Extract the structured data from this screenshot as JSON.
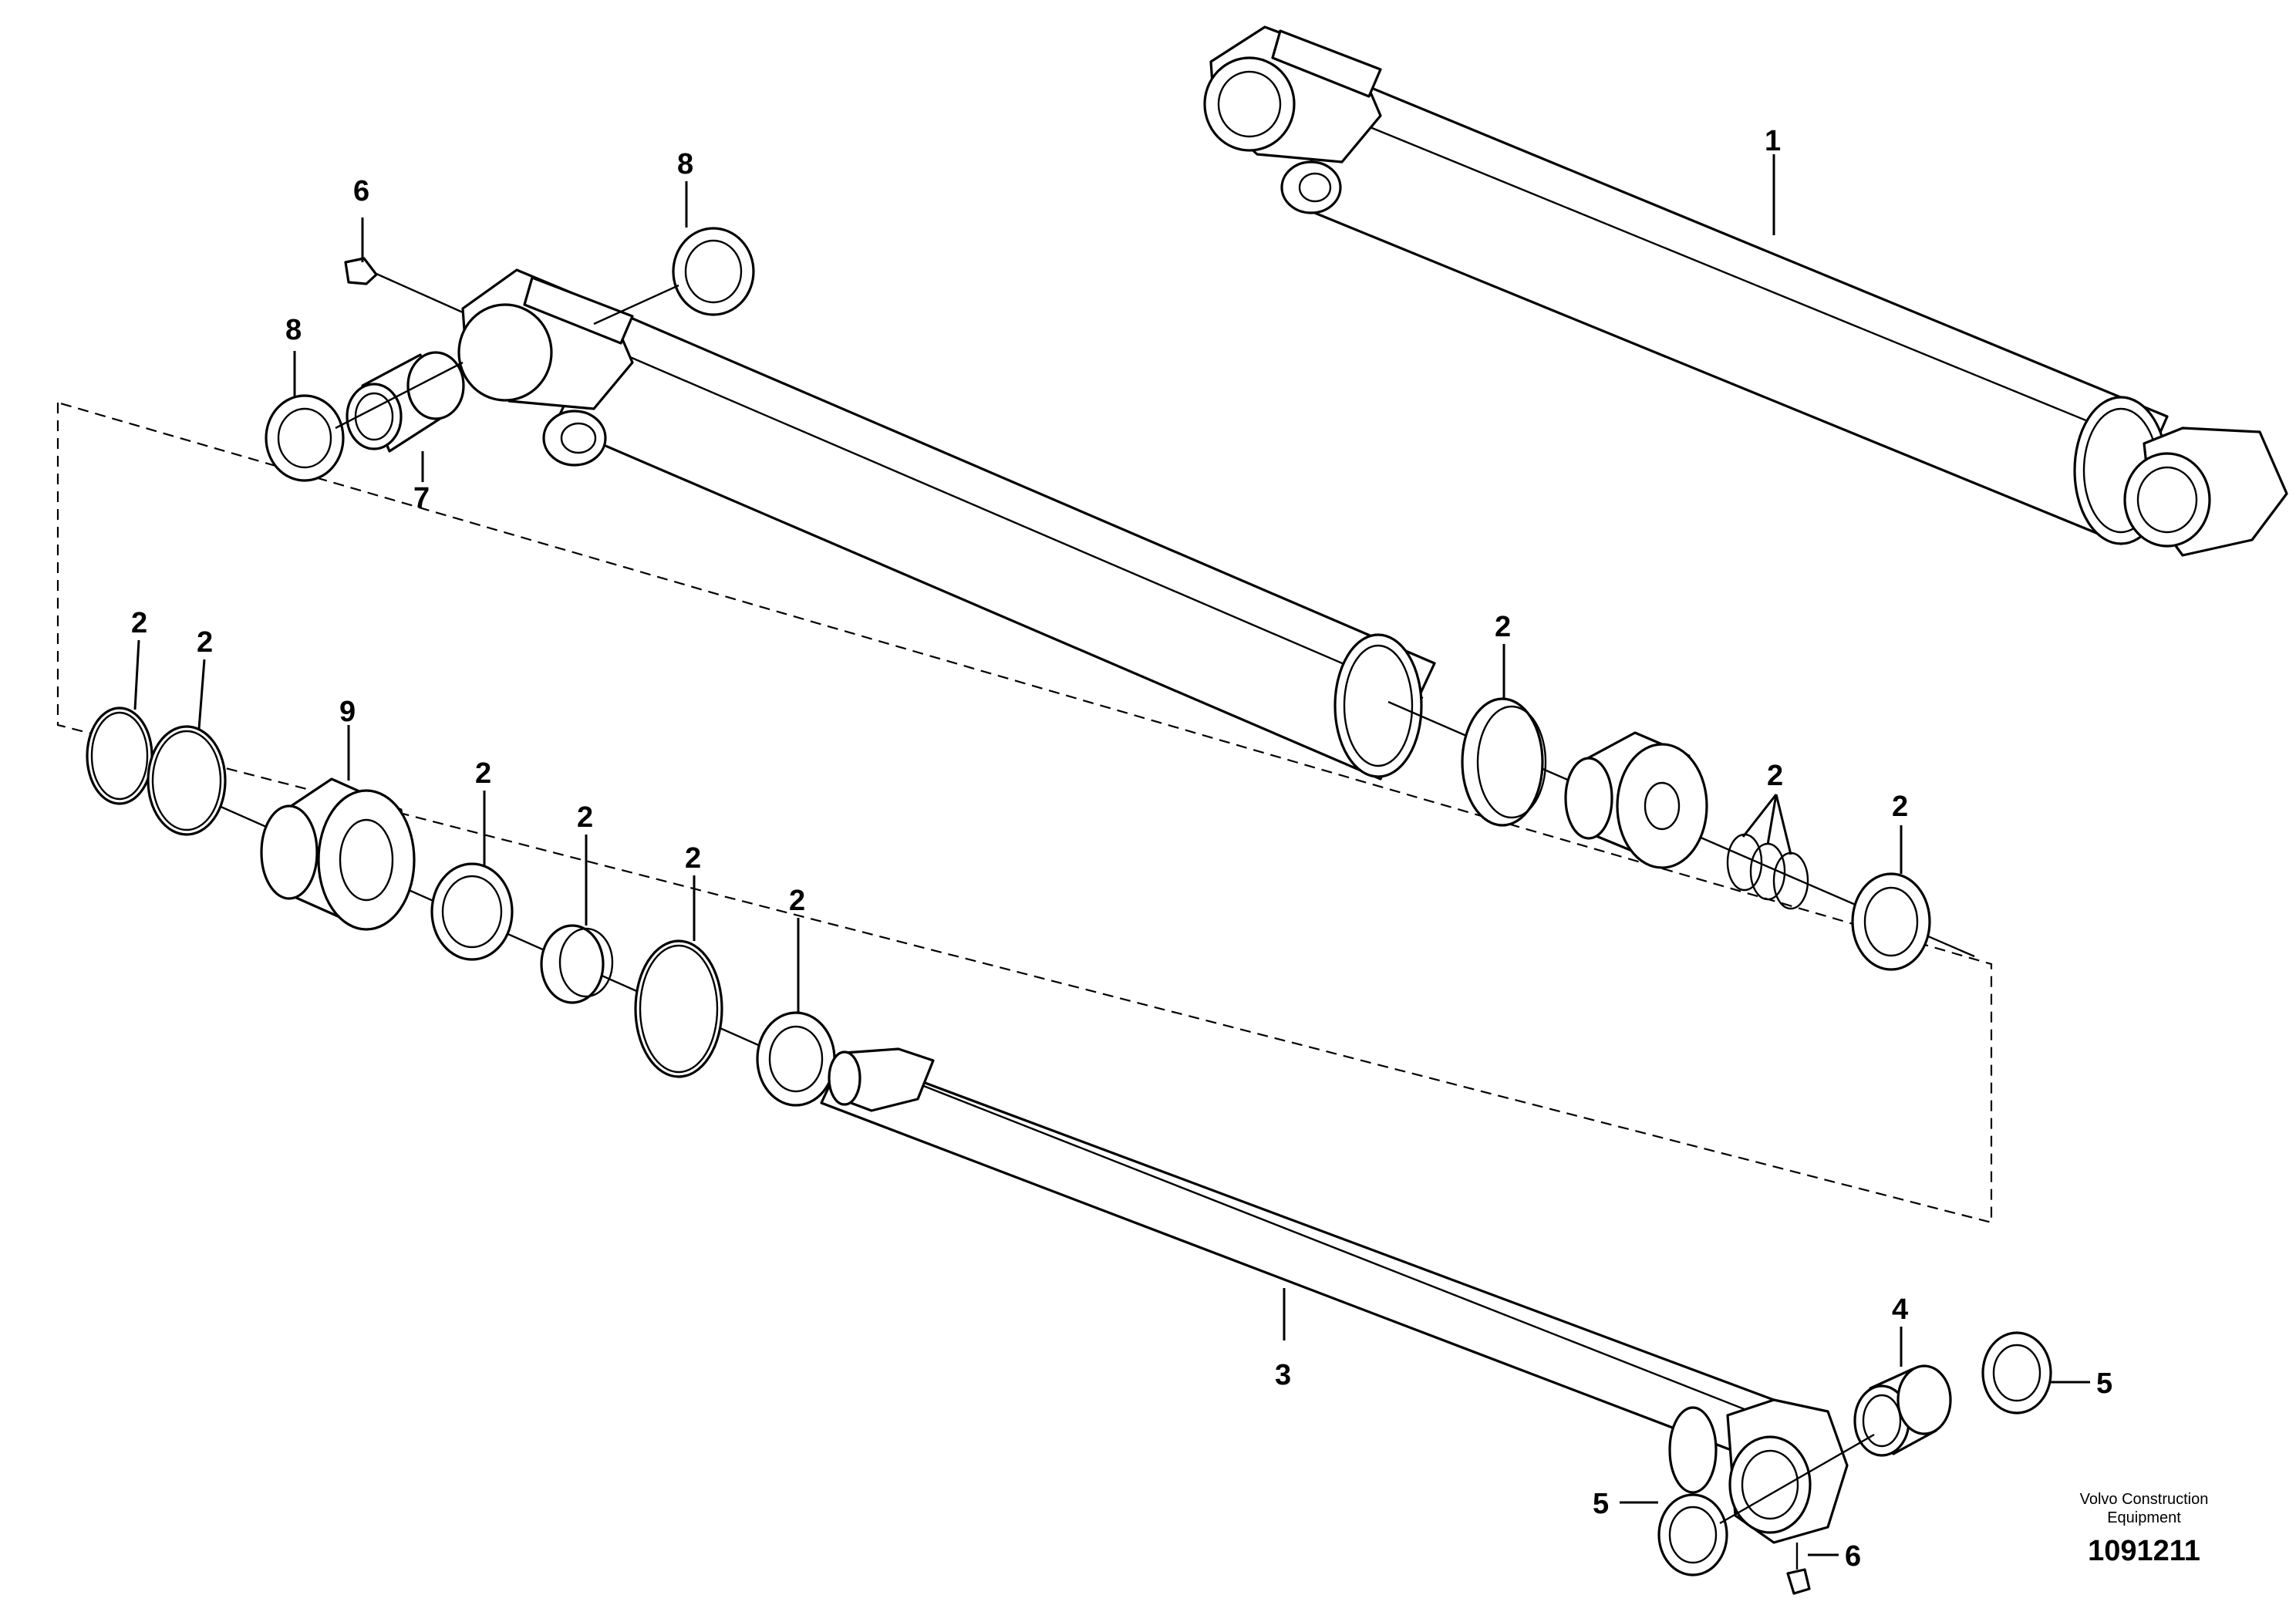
{
  "callouts": [
    {
      "id": "1",
      "label": "1"
    },
    {
      "id": "2",
      "label": "2"
    },
    {
      "id": "3",
      "label": "3"
    },
    {
      "id": "4",
      "label": "4"
    },
    {
      "id": "5",
      "label": "5"
    },
    {
      "id": "6",
      "label": "6"
    },
    {
      "id": "7",
      "label": "7"
    },
    {
      "id": "8",
      "label": "8"
    },
    {
      "id": "9",
      "label": "9"
    }
  ],
  "manufacturer_line1": "Volvo Construction",
  "manufacturer_line2": "Equipment",
  "figure_number": "1091211"
}
